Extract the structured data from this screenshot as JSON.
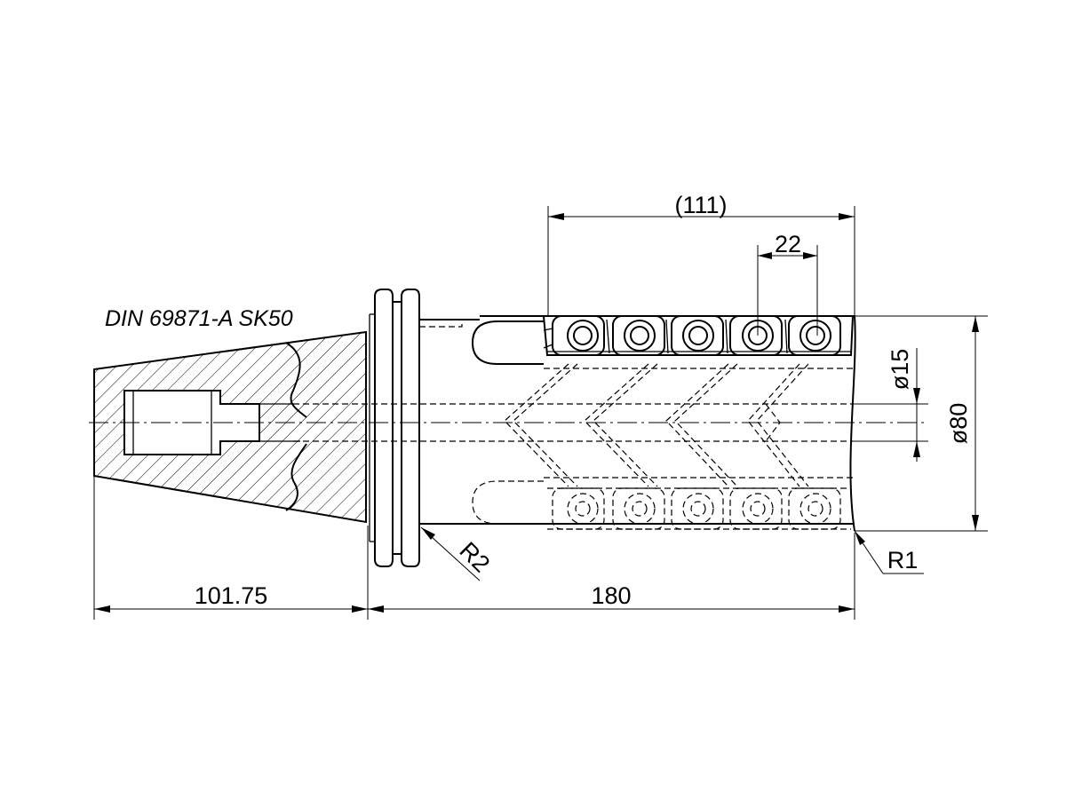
{
  "title": "DIN 69871-A SK50",
  "dimensions": {
    "taper_length": "101.75",
    "body_length": "180",
    "insert_span": "(111)",
    "insert_pitch": "22",
    "bore_diameter": "ø15",
    "body_diameter": "ø80",
    "radius_flange": "R2",
    "radius_tip": "R1"
  },
  "colors": {
    "line": "#000000",
    "background": "#ffffff"
  }
}
